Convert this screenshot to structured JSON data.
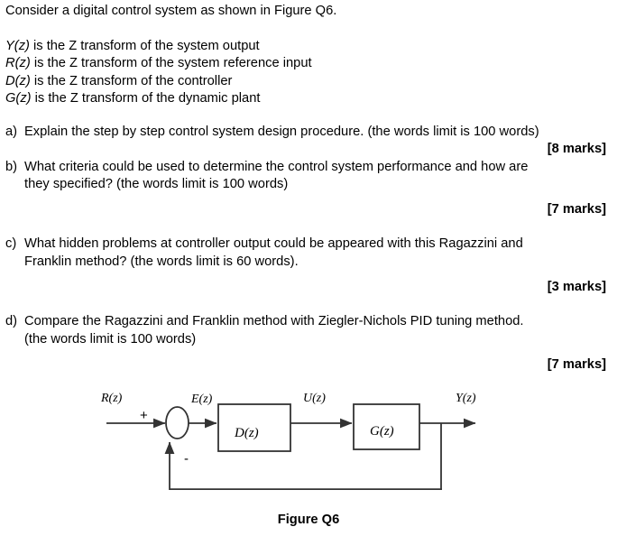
{
  "document": {
    "intro": "Consider a digital control system as shown in Figure Q6.",
    "definitions": [
      {
        "symbol": "Y(z)",
        "text": " is the Z transform of the system output"
      },
      {
        "symbol": "R(z)",
        "text": " is the Z transform of the system reference input"
      },
      {
        "symbol": "D(z)",
        "text": " is the Z transform of the controller"
      },
      {
        "symbol": "G(z)",
        "text": " is the Z transform of the dynamic plant"
      }
    ],
    "questions": [
      {
        "marker": "a)",
        "lines": [
          "Explain the step by step control system design procedure. (the words limit is 100 words)"
        ],
        "marks": "[8 marks]"
      },
      {
        "marker": "b)",
        "lines": [
          "What criteria could be used to determine the control system performance and how are",
          "they specified? (the words limit is 100 words)"
        ],
        "marks": "[7 marks]"
      },
      {
        "marker": "c)",
        "lines": [
          "What hidden problems at controller output could be appeared with this Ragazzini and",
          "Franklin method? (the words limit is 60 words)."
        ],
        "marks": "[3 marks]"
      },
      {
        "marker": "d)",
        "lines": [
          "Compare the Ragazzini and Franklin method with Ziegler-Nichols PID tuning method.",
          "(the words limit is 100 words)"
        ],
        "marks": "[7 marks]"
      }
    ],
    "figure": {
      "caption": "Figure Q6",
      "signal_labels": {
        "reference": "R(z)",
        "error": "E(z)",
        "control": "U(z)",
        "output": "Y(z)"
      },
      "summing_junction": {
        "plus": "+",
        "minus": "-"
      },
      "blocks": [
        {
          "name": "controller",
          "label": "D(z)"
        },
        {
          "name": "plant",
          "label": "G(z)"
        }
      ]
    }
  },
  "colors": {
    "ink": "#000000",
    "paper": "#ffffff",
    "line": "#333333"
  }
}
